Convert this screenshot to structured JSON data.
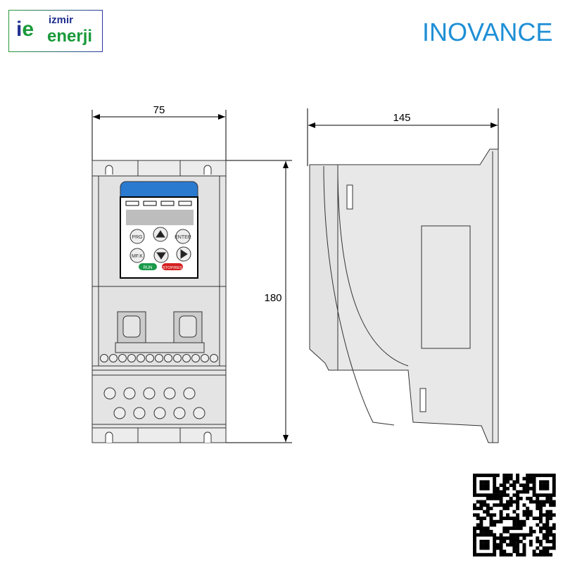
{
  "logo": {
    "mark": "ie",
    "line1": "izmir",
    "line2": "enerji",
    "colors": {
      "green": "#1a9a3a",
      "blue": "#1f2f8f"
    }
  },
  "brand": {
    "name": "INOVANCE",
    "color": "#1e8fd6"
  },
  "dimensions": {
    "width": "75",
    "depth": "145",
    "height": "180"
  },
  "keypad": {
    "buttons": [
      "PRG",
      "ENTER",
      "MF.K",
      "RUN",
      "STOP/RES"
    ],
    "arrows": [
      "up-arrow-icon",
      "down-arrow-icon",
      "right-arrow-icon"
    ],
    "run_color": "#1a9a4a",
    "stop_color": "#d42020",
    "header_color": "#2a7ad0"
  }
}
